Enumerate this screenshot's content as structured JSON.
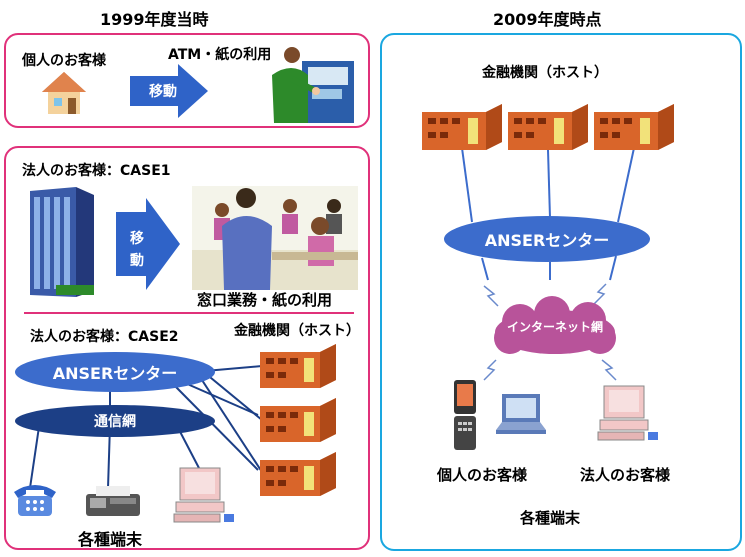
{
  "left": {
    "header": "1999年度当時",
    "individual": {
      "title": "個人のお客様",
      "arrow_label": "移動",
      "atm_label": "ATM・紙の利用"
    },
    "corporate": {
      "case1_title": "法人のお客様：CASE1",
      "arrow_label": [
        "移",
        "動"
      ],
      "window_label": "窓口業務・紙の利用",
      "case2_title": "法人のお客様：CASE2",
      "host_label": "金融機関（ホスト）",
      "anser_label": "ANSERセンター",
      "network_label": "通信網",
      "terminals_label": "各種端末"
    }
  },
  "right": {
    "header": "2009年度時点",
    "host_label": "金融機関（ホスト）",
    "anser_label": "ANSERセンター",
    "internet_label": "インターネット網",
    "individual_label": "個人のお客様",
    "corporate_label": "法人のお客様",
    "terminals_label": "各種端末"
  },
  "colors": {
    "left_border": "#e0317a",
    "right_border": "#1aa7e0",
    "arrow_blue": "#2f63c8",
    "ellipse_blue": "#3c6ccc",
    "ellipse_dark": "#1c3f86",
    "cloud": "#b8539a"
  }
}
